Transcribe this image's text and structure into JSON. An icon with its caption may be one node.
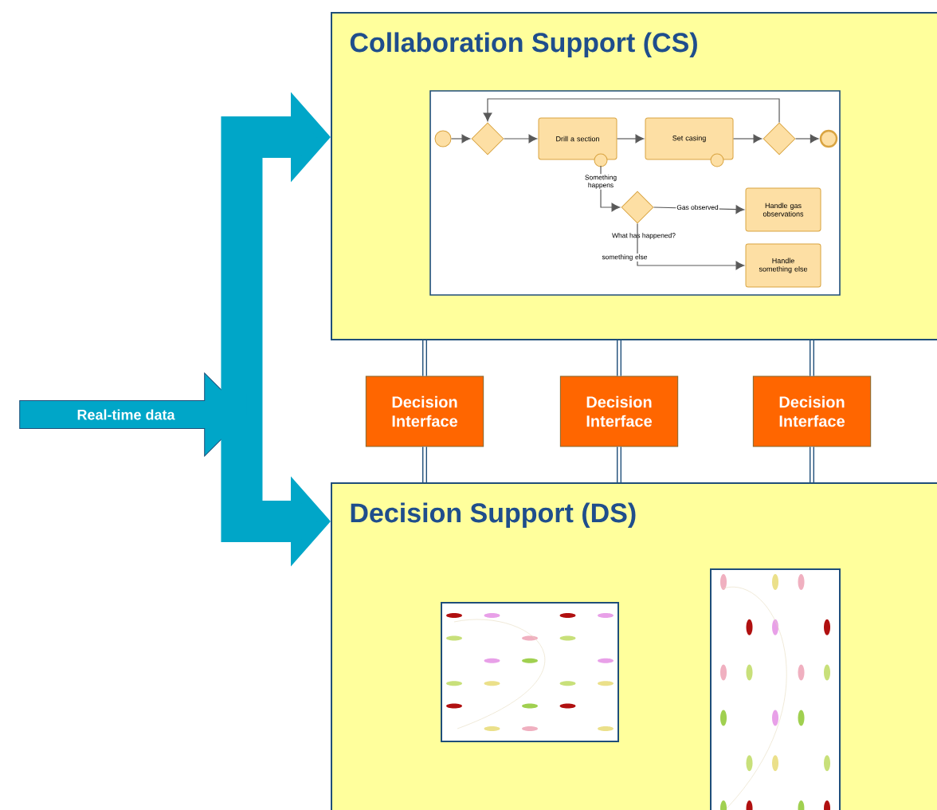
{
  "diagram": {
    "nodes": [
      {
        "text": [
          "Collaboration Support (CS)"
        ]
      },
      {
        "text": [],
        "shape": "box",
        "in": 0
      },
      {
        "text": [],
        "shape": "circle",
        "in": 1
      },
      {
        "text": [],
        "shape": "diamond",
        "in": 1
      },
      {
        "text": [
          "Drill a section"
        ],
        "in": 1
      },
      {
        "text": [
          "Set casing"
        ],
        "in": 1
      },
      {
        "text": [],
        "shape": "diamond",
        "in": 1
      },
      {
        "text": [],
        "shape": "circle",
        "in": 1
      },
      {
        "text": [],
        "shape": "diamond",
        "in": 1,
        "beside": [
          "What has happened?"
        ]
      },
      {
        "text": [
          "Handle gas observations"
        ],
        "in": 1
      },
      {
        "text": [
          "Handle something else"
        ],
        "in": 1
      },
      {
        "text": [
          "Decision Interface"
        ]
      },
      {
        "text": [
          "Decision Interface"
        ]
      },
      {
        "text": [
          "Decision Interface"
        ]
      },
      {
        "text": [
          "Real-time data"
        ]
      },
      {
        "text": [
          "Decision Support (DS)"
        ]
      },
      {
        "text": [],
        "shape": "picture",
        "in": 15
      },
      {
        "text": [],
        "shape": "picture",
        "in": 15
      }
    ],
    "edges": [
      {
        "from": 2,
        "to": 3,
        "arrow": "to"
      },
      {
        "from": 3,
        "to": 4,
        "arrow": "to"
      },
      {
        "from": 4,
        "to": 5,
        "arrow": "to"
      },
      {
        "from": 5,
        "to": 6,
        "arrow": "to"
      },
      {
        "from": 6,
        "to": 7,
        "arrow": "to"
      },
      {
        "from": 6,
        "to": 3,
        "arrow": "to"
      },
      {
        "from": 4,
        "to": 8,
        "arrow": "to",
        "label": "Something happens"
      },
      {
        "from": 8,
        "to": 9,
        "arrow": "to",
        "label": "Gas observed"
      },
      {
        "from": 8,
        "to": 10,
        "arrow": "to",
        "label": "something else"
      },
      {
        "from": 11,
        "to": 0,
        "arrow": "none",
        "style": "thick",
        "color": "#1f4e79"
      },
      {
        "from": 11,
        "to": 15,
        "arrow": "none",
        "style": "thick",
        "color": "#1f4e79"
      },
      {
        "from": 12,
        "to": 0,
        "arrow": "none",
        "style": "thick",
        "color": "#1f4e79"
      },
      {
        "from": 12,
        "to": 15,
        "arrow": "none",
        "style": "thick",
        "color": "#1f4e79"
      },
      {
        "from": 13,
        "to": 0,
        "arrow": "none",
        "style": "thick",
        "color": "#1f4e79"
      },
      {
        "from": 13,
        "to": 15,
        "arrow": "none",
        "style": "thick",
        "color": "#1f4e79"
      },
      {
        "from": 14,
        "to": 0,
        "arrow": "to",
        "style": "thick",
        "color": "#00a6c8"
      },
      {
        "from": 14,
        "to": 15,
        "arrow": "to",
        "style": "thick",
        "color": "#00a6c8"
      }
    ]
  }
}
